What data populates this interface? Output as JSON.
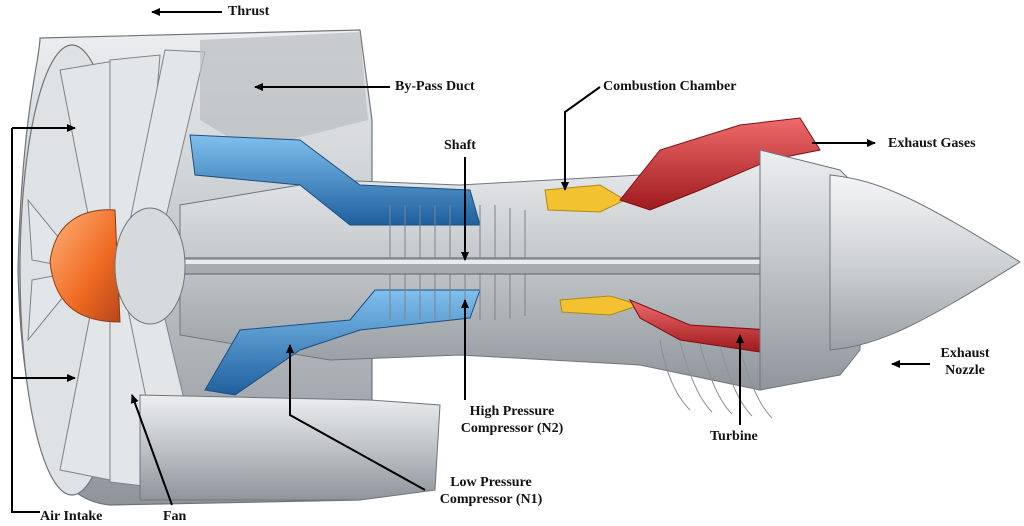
{
  "labels": {
    "thrust": "Thrust",
    "bypass_duct": "By-Pass Duct",
    "combustion_chamber": "Combustion Chamber",
    "shaft": "Shaft",
    "exhaust_gases": "Exhaust Gases",
    "exhaust_nozzle_line1": "Exhaust",
    "exhaust_nozzle_line2": "Nozzle",
    "hpc_line1": "High Pressure",
    "hpc_line2": "Compressor (N2)",
    "turbine": "Turbine",
    "lpc_line1": "Low Pressure",
    "lpc_line2": "Compressor (N1)",
    "air_intake": "Air Intake",
    "fan": "Fan"
  },
  "colors": {
    "casing": "#c9ccd0",
    "casing_dark": "#8e9398",
    "compressor_blue": "#2f7fc4",
    "turbine_red": "#c0262b",
    "combustion_yellow": "#f2c230",
    "spinner_orange": "#ef6a22",
    "leader": "#000000"
  }
}
